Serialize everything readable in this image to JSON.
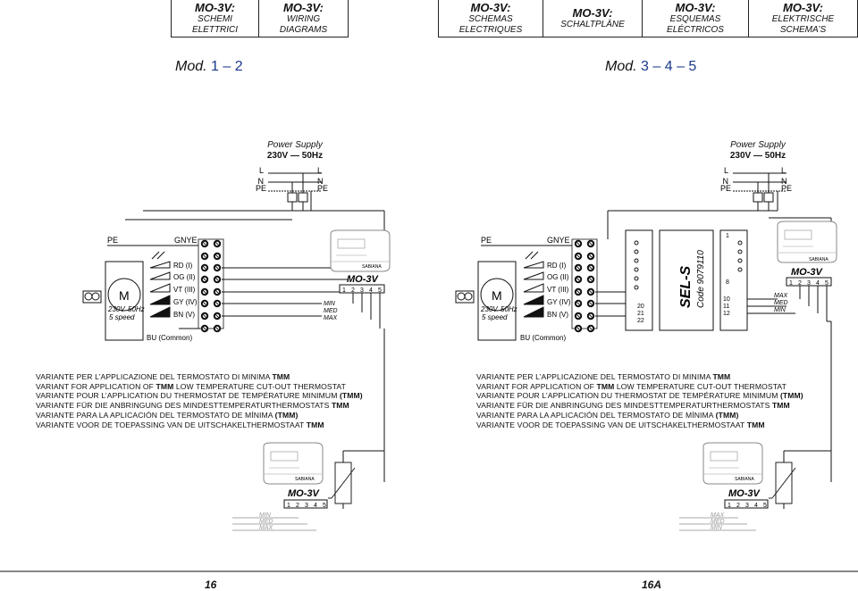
{
  "headers": [
    {
      "title": "MO-3V:",
      "sub1": "SCHEMI",
      "sub2": "ELETTRICI"
    },
    {
      "title": "MO-3V:",
      "sub1": "WIRING",
      "sub2": "DIAGRAMS"
    },
    {
      "title": "MO-3V:",
      "sub1": "SCHEMAS",
      "sub2": "ELECTRIQUES"
    },
    {
      "title": "MO-3V:",
      "sub1": "SCHALTPLÄNE",
      "sub2": ""
    },
    {
      "title": "MO-3V:",
      "sub1": "ESQUEMAS",
      "sub2": "ELÉCTRICOS"
    },
    {
      "title": "MO-3V:",
      "sub1": "ELEKTRISCHE",
      "sub2": "SCHEMA’S"
    }
  ],
  "left": {
    "mod_label": "Mod.",
    "mod_value": "1 – 2",
    "page": "16"
  },
  "right": {
    "mod_label": "Mod.",
    "mod_value": "3 – 4 – 5",
    "page": "16A"
  },
  "supply": {
    "line1": "Power Supply",
    "line2": "230V — 50Hz",
    "L": "L",
    "N": "N",
    "PE": "PE"
  },
  "motor": {
    "M": "M",
    "volt": "230V",
    "hz": "50Hz",
    "speed": "5 speed",
    "pe": "PE",
    "gnye": "GNYE",
    "wires": [
      "RD (I)",
      "OG (II)",
      "VT (III)",
      "GY (IV)",
      "BN (V)"
    ],
    "common": "BU (Common)"
  },
  "unit": {
    "name": "MO-3V",
    "brand": "SABIANA",
    "terminals": [
      "1",
      "2",
      "3",
      "4",
      "5"
    ],
    "speeds_left": [
      "MIN",
      "MED",
      "MAX"
    ],
    "speeds_right": [
      "MAX",
      "MED",
      "MIN"
    ]
  },
  "sels": {
    "name": "SEL-S",
    "code": "Code 9079110",
    "left_nums": [
      "20",
      "21",
      "22"
    ],
    "right_nums": [
      "1",
      "8",
      "10",
      "11",
      "12"
    ]
  },
  "variant": [
    "VARIANTE PER L’APPLICAZIONE DEL TERMOSTATO DI MINIMA ",
    "VARIANT FOR APPLICATION OF ",
    "VARIANTE POUR L’APPLICATION DU THERMOSTAT DE TEMPÉRATURE MINIMUM ",
    "VARIANTE FÜR DIE ANBRINGUNG DES MINDESTTEMPERATURTHERMOSTATS ",
    "VARIANTE PARA LA APLICACIÓN DEL TERMOSTATO DE MÍNIMA ",
    "VARIANTE VOOR DE TOEPASSING VAN DE UITSCHAKELTHERMOSTAAT "
  ],
  "tmm": "TMM",
  "tmm_paren": "(TMM)",
  "variant_line2_tail": " LOW TEMPERATURE CUT-OUT THERMOSTAT"
}
